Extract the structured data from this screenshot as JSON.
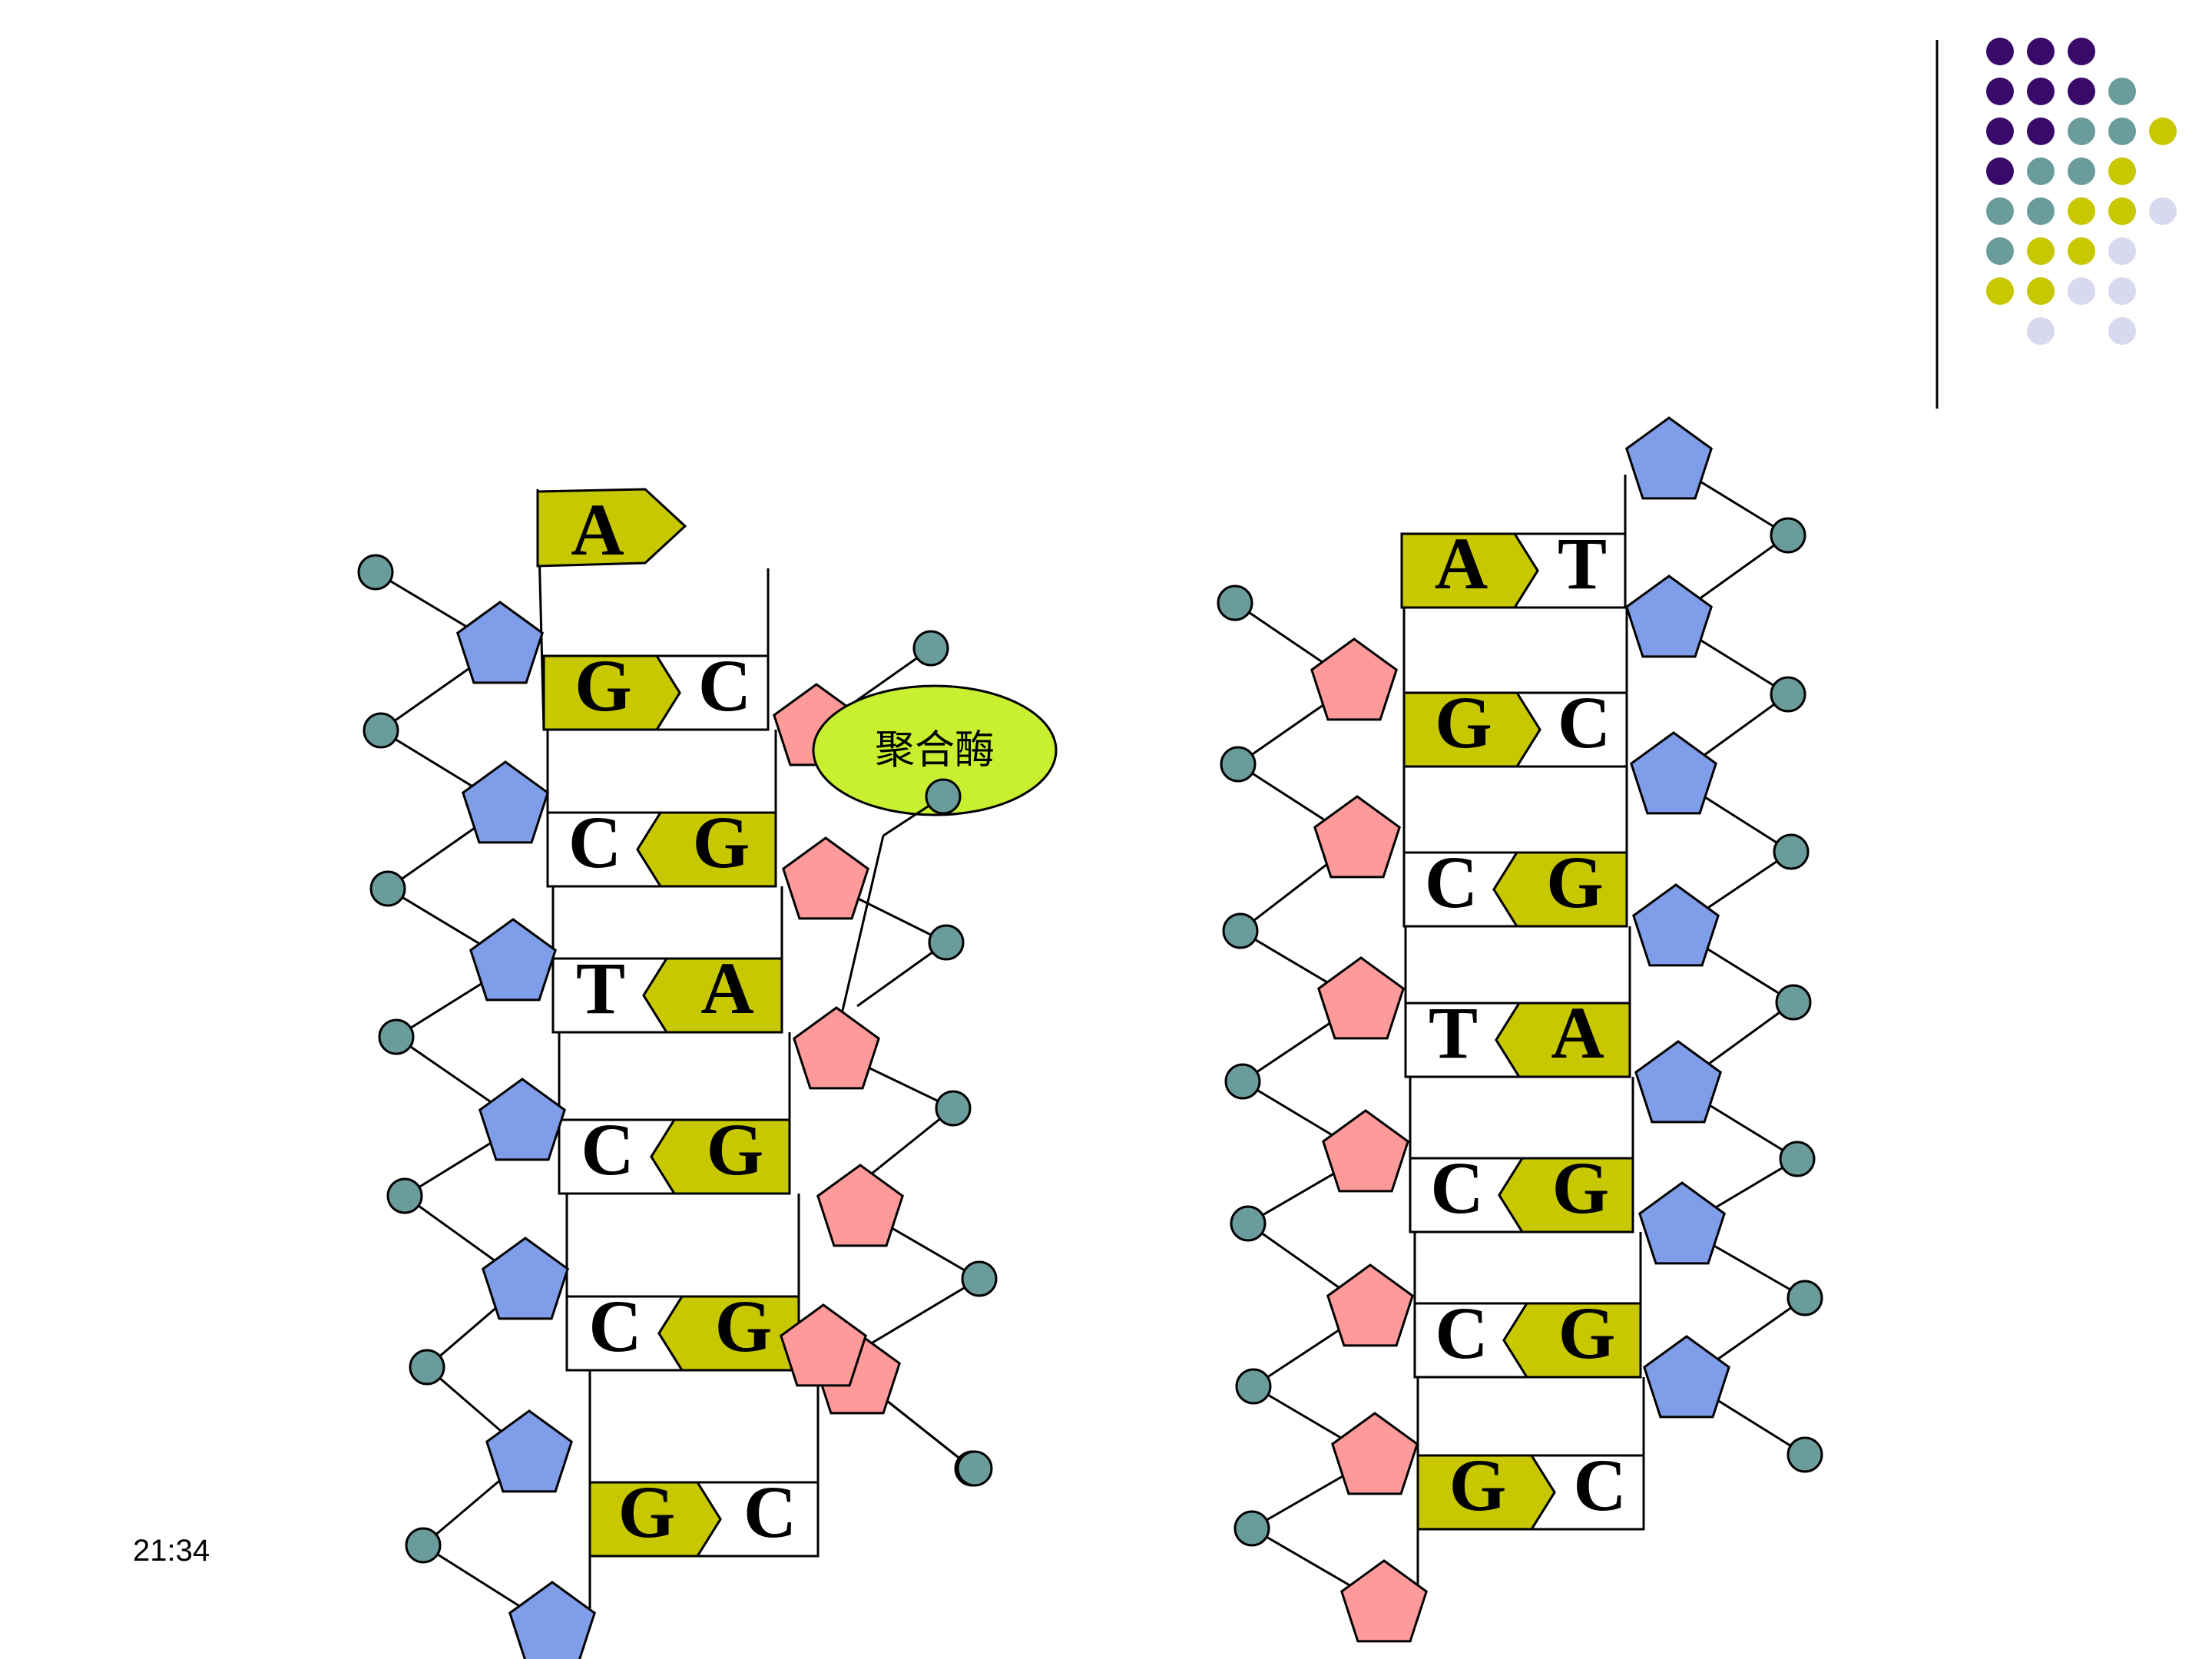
{
  "colors": {
    "purine": "#c8c800",
    "pyrimidine": "#ffffff",
    "sugar_blue": "#7f9de8",
    "sugar_pink": "#ff9a9a",
    "phosphate": "#6a9c9c",
    "enzyme": "#c8f030",
    "line": "#000000",
    "dot_purple": "#3a0a6a",
    "dot_teal": "#6a9c9c",
    "dot_yellow": "#c8c800",
    "dot_lavender": "#d8d8ee",
    "divider": "#000000"
  },
  "timestamp": "21:34",
  "enzyme_label": "聚合酶",
  "left_strand": {
    "top_single_base": "A",
    "pairs": [
      {
        "left": "G",
        "right": "C"
      },
      {
        "left": "C",
        "right": "G"
      },
      {
        "left": "T",
        "right": "A"
      },
      {
        "left": "C",
        "right": "G"
      },
      {
        "left": "C",
        "right": "G"
      },
      {
        "left": "G",
        "right": "C"
      }
    ]
  },
  "right_strand": {
    "pairs": [
      {
        "left": "A",
        "right": "T"
      },
      {
        "left": "G",
        "right": "C"
      },
      {
        "left": "C",
        "right": "G"
      },
      {
        "left": "T",
        "right": "A"
      },
      {
        "left": "C",
        "right": "G"
      },
      {
        "left": "C",
        "right": "G"
      },
      {
        "left": "G",
        "right": "C"
      }
    ]
  },
  "corner_dots": [
    [
      "purple",
      "purple",
      "purple",
      null,
      null
    ],
    [
      "purple",
      "purple",
      "purple",
      "teal",
      null
    ],
    [
      "purple",
      "purple",
      "teal",
      "teal",
      "yellow"
    ],
    [
      "purple",
      "teal",
      "teal",
      "yellow",
      null
    ],
    [
      "teal",
      "teal",
      "yellow",
      "yellow",
      "lavender"
    ],
    [
      "teal",
      "yellow",
      "yellow",
      "lavender",
      null
    ],
    [
      "yellow",
      "yellow",
      "lavender",
      "lavender",
      null
    ],
    [
      null,
      "lavender",
      null,
      "lavender",
      null
    ]
  ],
  "icons": {
    "sugar": "pentagon-icon",
    "phosphate": "circle-icon",
    "purine": "arrow-tag-icon",
    "pyrimidine": "notched-tag-icon"
  }
}
